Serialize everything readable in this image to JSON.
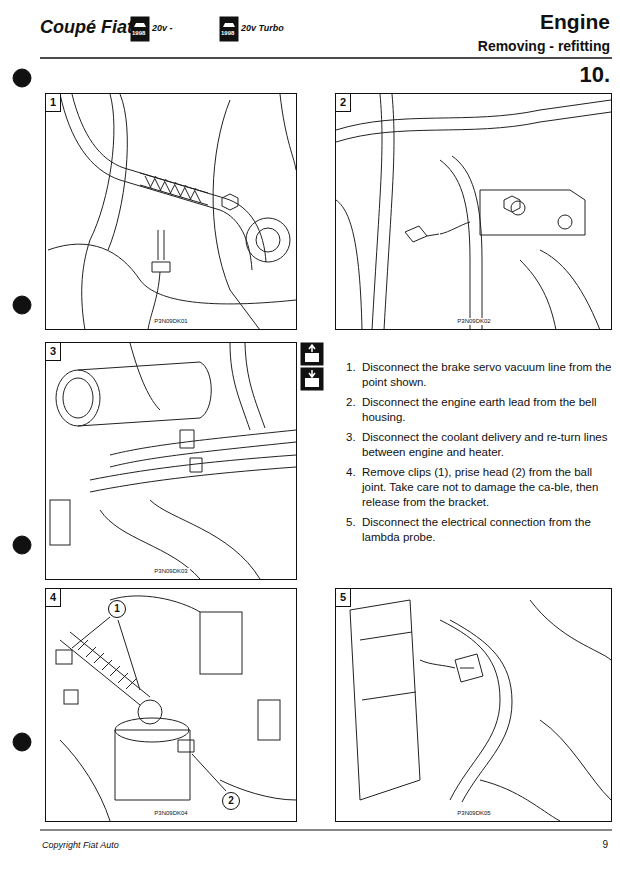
{
  "diagram": {
    "title": "Engine",
    "nodes": [
      {
        "text": [
          "1"
        ]
      },
      {
        "text": [
          "2"
        ]
      },
      {
        "text": [
          "3"
        ]
      },
      {
        "text": [
          "4"
        ]
      },
      {
        "text": [
          "1"
        ],
        "in": 3
      },
      {
        "text": [
          "2"
        ],
        "in": 3
      },
      {
        "text": [
          "5"
        ]
      }
    ],
    "labels": [
      "Coupé Fiat",
      "1998",
      "20v -",
      "1998",
      "20v Turbo",
      "Removing - refitting",
      "10.",
      "P3N09DK01",
      "P3N09DK02",
      "P3N09DK03",
      "P3N09DK04",
      "P3N09DK05",
      "1.",
      "Disconnect the brake servo vacuum line from the point shown.",
      "2.",
      "Disconnect the engine earth lead from the bell housing.",
      "3.",
      "Disconnect the coolant delivery and re-turn lines between engine and heater.",
      "4.",
      "Remove clips (1), prise head (2) from the ball joint. Take care not to damage the ca-ble, then release from the bracket.",
      "5.",
      "Disconnect the electrical connection from the lambda probe.",
      "Copyright Fiat Auto",
      "9"
    ]
  }
}
